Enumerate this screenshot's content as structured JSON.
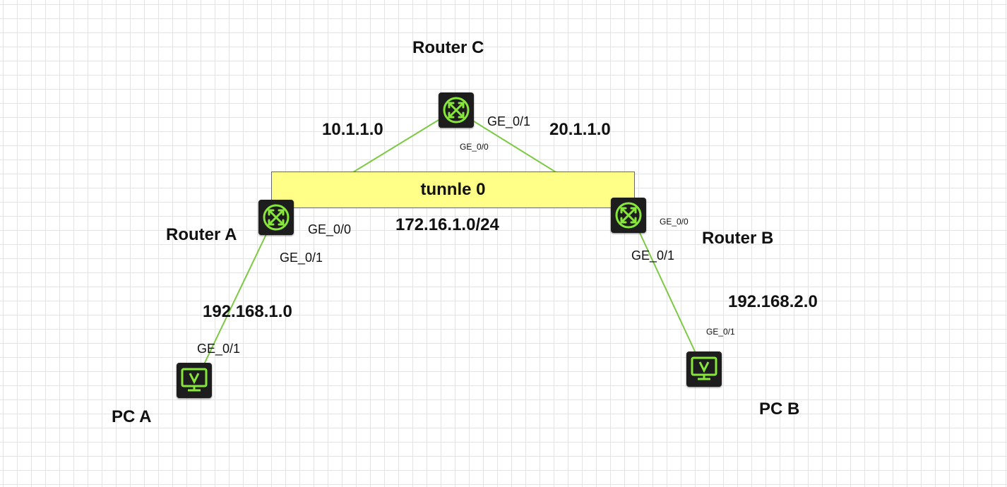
{
  "colors": {
    "link": "#7cc943",
    "device_icon": "#86e63a",
    "device_body": "#1d1d1d",
    "tunnel_fill": "#ffff88"
  },
  "nodes": {
    "router_c": {
      "label": "Router C",
      "icon": "router-icon"
    },
    "router_a": {
      "label": "Router A",
      "icon": "router-icon"
    },
    "router_b": {
      "label": "Router B",
      "icon": "router-icon"
    },
    "pc_a": {
      "label": "PC A",
      "icon": "pc-icon"
    },
    "pc_b": {
      "label": "PC B",
      "icon": "pc-icon"
    }
  },
  "tunnel": {
    "label": "tunnle 0",
    "subnet": "172.16.1.0/24"
  },
  "networks": {
    "a_to_c": "10.1.1.0",
    "c_to_b": "20.1.1.0",
    "a_to_pc": "192.168.1.0",
    "b_to_pc": "192.168.2.0"
  },
  "ports": {
    "router_c_ge01": "GE_0/1",
    "router_c_ge00": "GE_0/0",
    "router_a_ge00": "GE_0/0",
    "router_a_ge01": "GE_0/1",
    "router_b_ge00": "GE_0/0",
    "router_b_ge01": "GE_0/1",
    "pc_a_ge01": "GE_0/1",
    "pc_b_ge01": "GE_0/1"
  },
  "links": [
    {
      "from": "router_a",
      "to": "router_c"
    },
    {
      "from": "router_c",
      "to": "router_b"
    },
    {
      "from": "router_a",
      "to": "pc_a"
    },
    {
      "from": "router_b",
      "to": "pc_b"
    }
  ]
}
